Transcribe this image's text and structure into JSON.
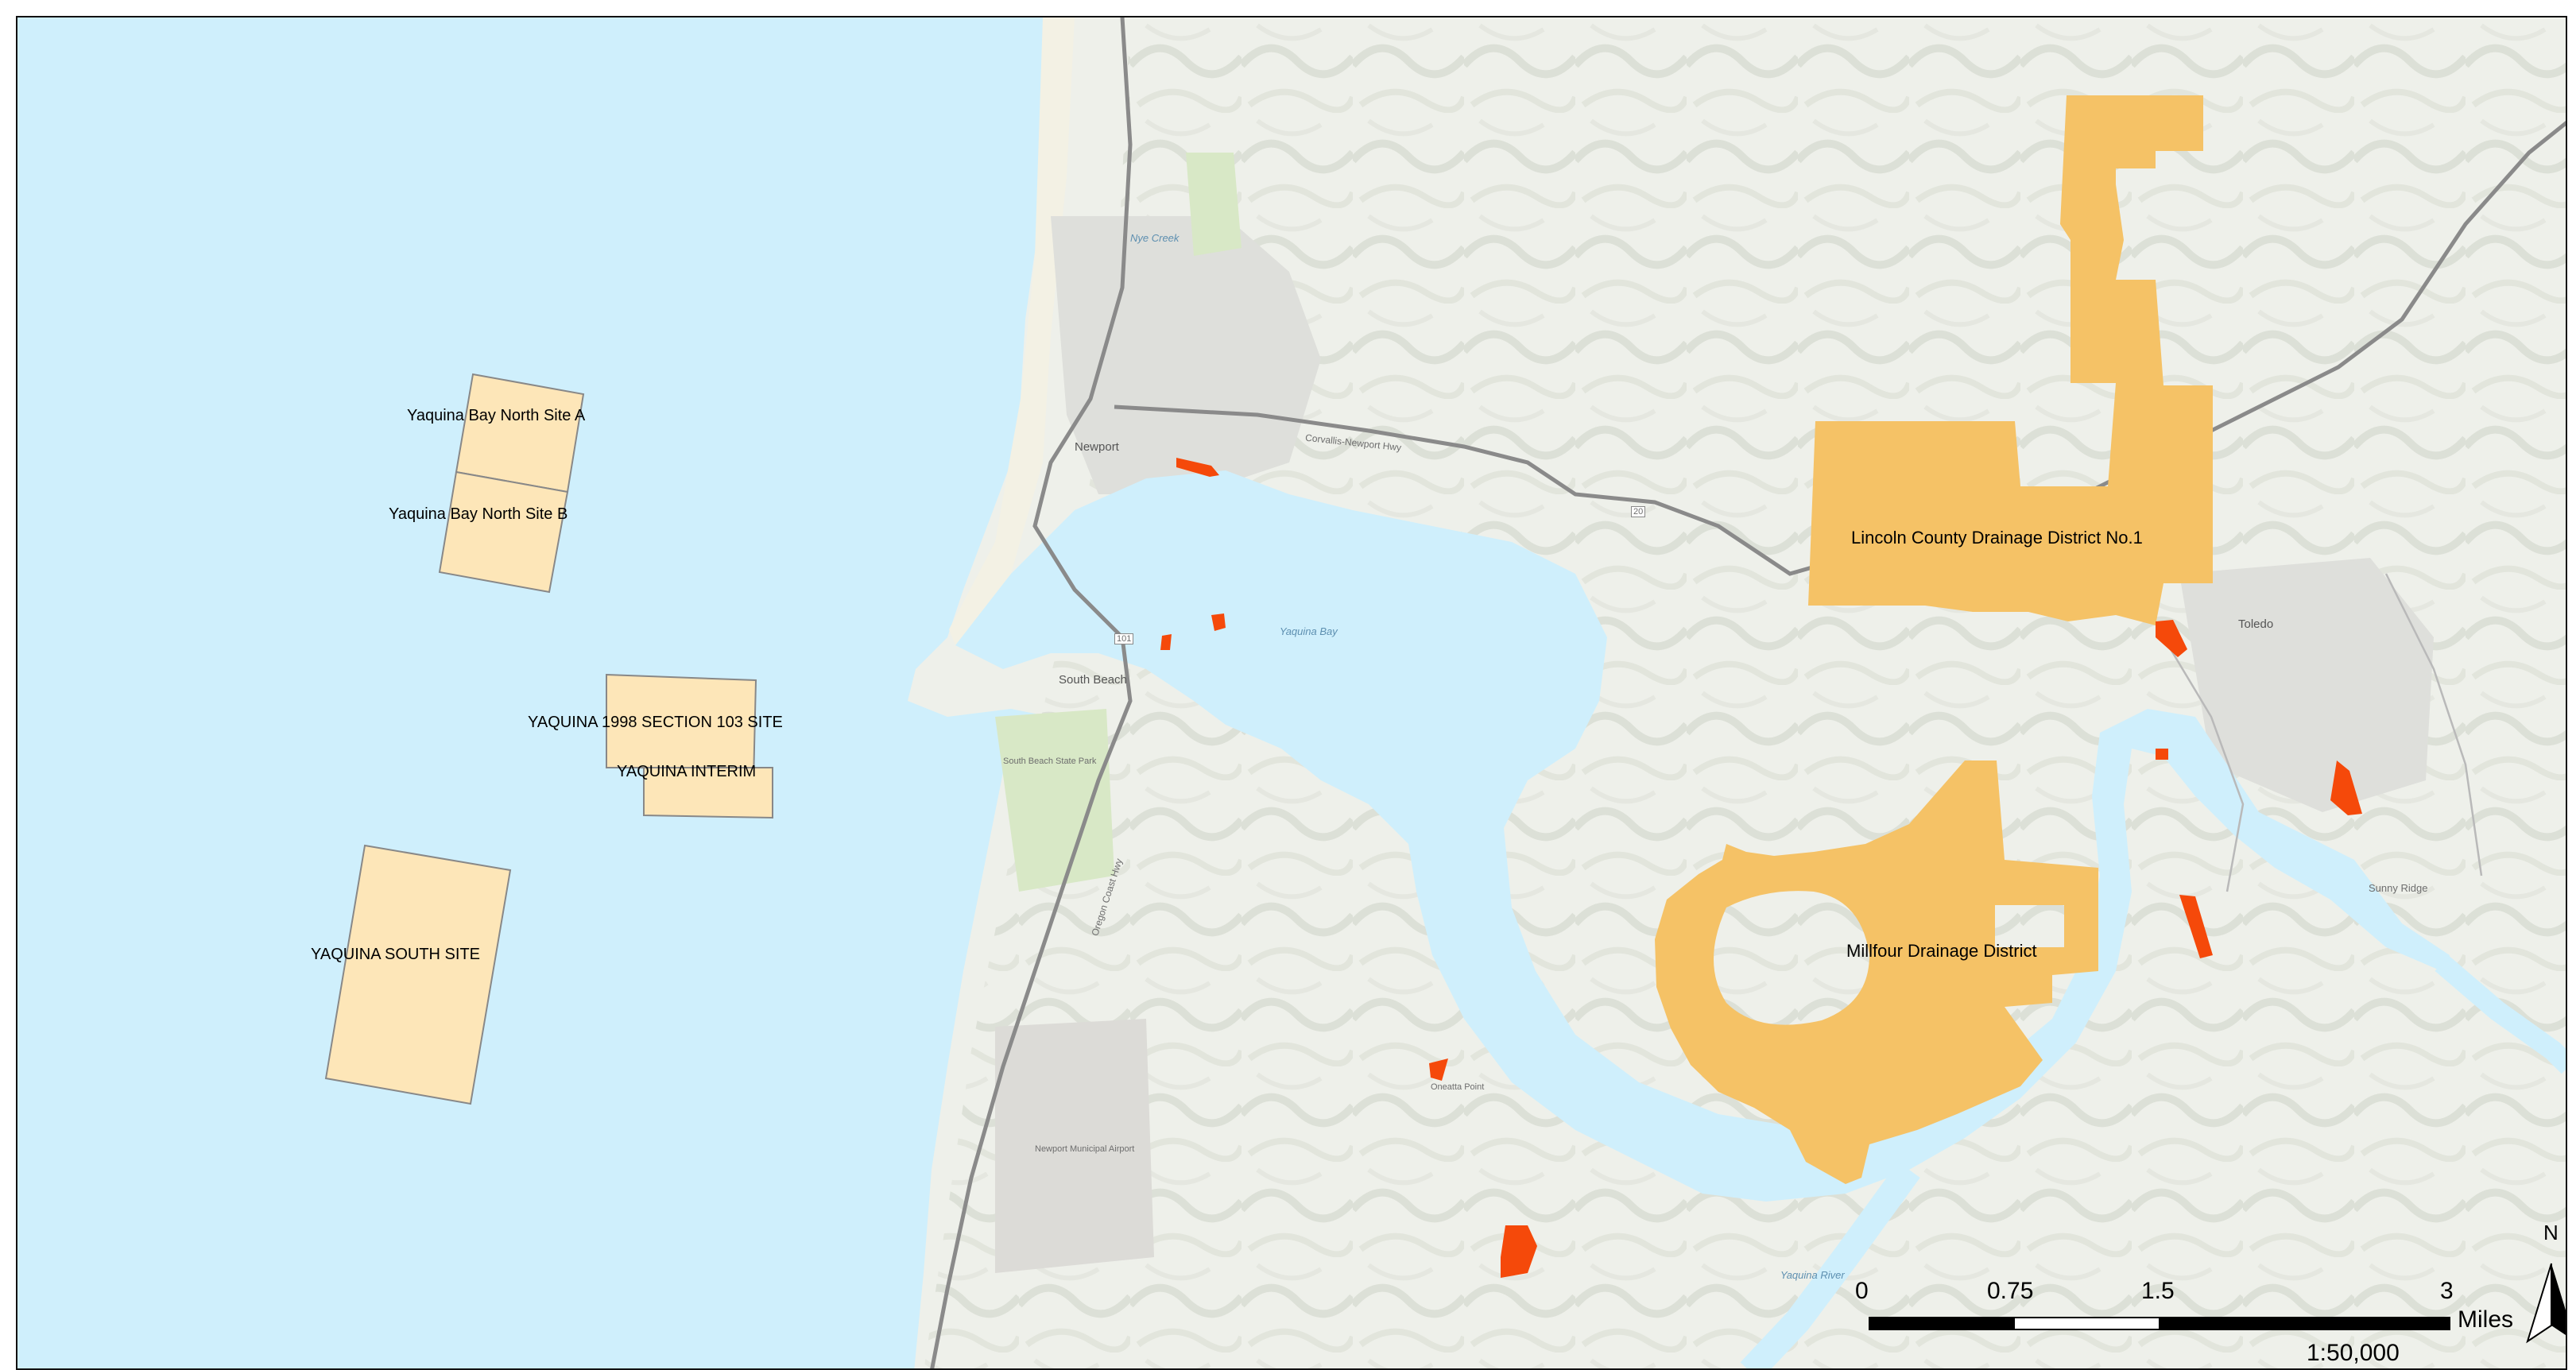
{
  "sites": [
    {
      "id": "north-a",
      "label": "Yaquina Bay North Site A"
    },
    {
      "id": "north-b",
      "label": "Yaquina Bay North Site B"
    },
    {
      "id": "section-103",
      "label": "YAQUINA 1998 SECTION 103 SITE"
    },
    {
      "id": "interim",
      "label": "YAQUINA INTERIM"
    },
    {
      "id": "south",
      "label": "YAQUINA SOUTH SITE"
    }
  ],
  "districts": [
    {
      "id": "lincoln",
      "label": "Lincoln County Drainage District No.1"
    },
    {
      "id": "millfour",
      "label": "Millfour Drainage District"
    }
  ],
  "places": {
    "newport": "Newport",
    "south_beach": "South Beach",
    "toledo": "Toledo",
    "yaquina_bay": "Yaquina Bay",
    "yaquina_river": "Yaquina River",
    "nye_creek": "Nye Creek",
    "oneatta_point": "Oneatta Point",
    "newport_airport": "Newport Municipal Airport",
    "sunny_ridge": "Sunny Ridge",
    "south_beach_state_park": "South Beach State Park",
    "hwy_101": "101",
    "hwy_20": "20",
    "oregon_coast_hwy": "Oregon Coast Hwy",
    "corvallis_newport_hwy": "Corvallis-Newport Hwy"
  },
  "scale_bar": {
    "ticks": [
      "0",
      "0.75",
      "1.5",
      "3"
    ],
    "tick_values": [
      0,
      0.75,
      1.5,
      3
    ],
    "max": 3,
    "units": "Miles",
    "ratio": "1:50,000"
  },
  "north_arrow": {
    "letter": "N"
  },
  "colors": {
    "ocean": "#cfeffc",
    "land": "#eef0ea",
    "site_fill": "#fde6b8",
    "district_fill": "#f5c266",
    "dredge_fill": "#f5490a",
    "road": "#8a8a8a"
  }
}
